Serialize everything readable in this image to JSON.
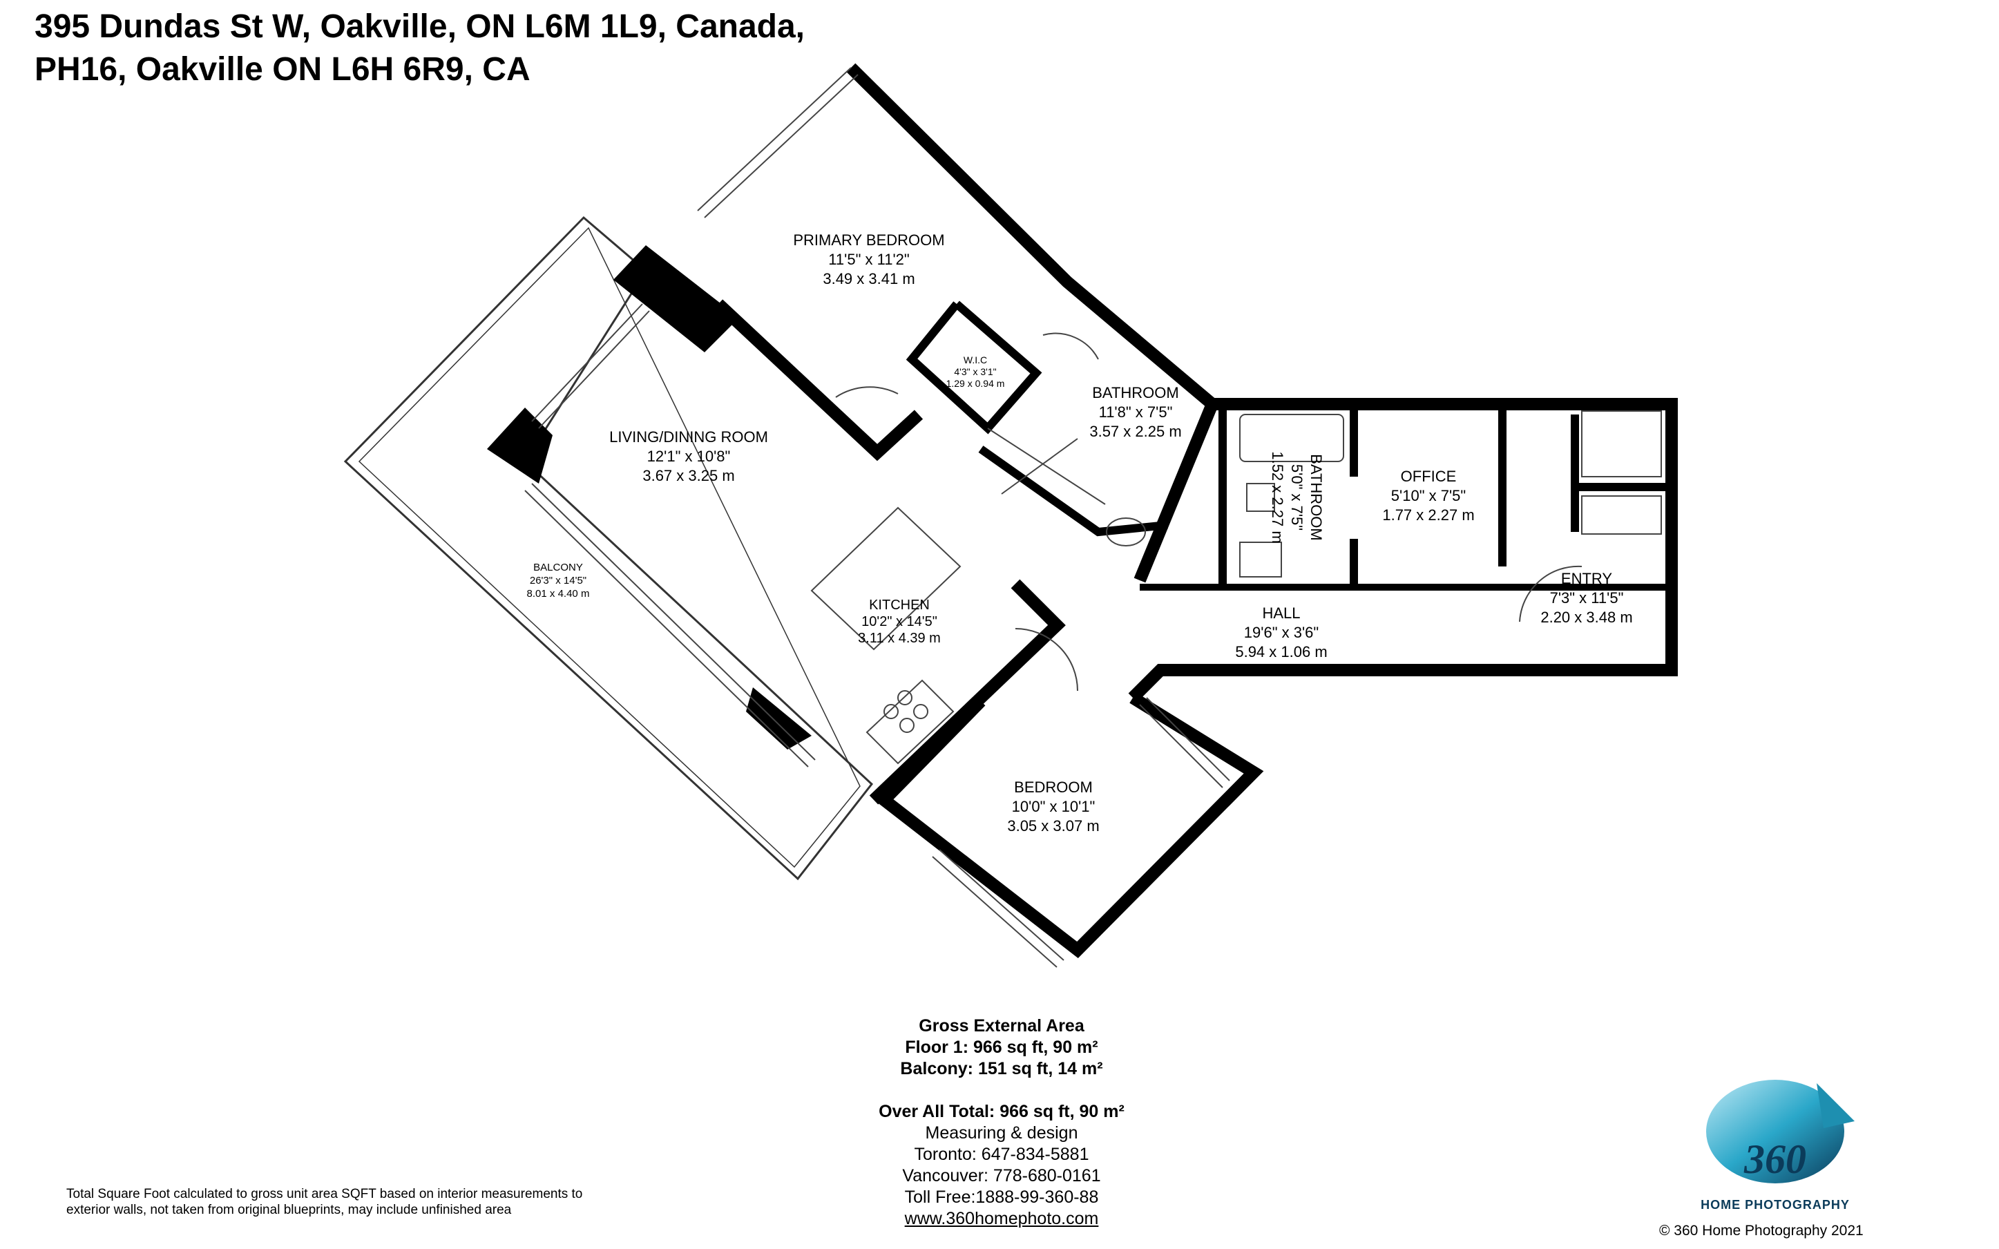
{
  "address": {
    "line1": "395 Dundas St W, Oakville, ON L6M 1L9, Canada,",
    "line2": "PH16, Oakville ON L6H 6R9, CA"
  },
  "rooms": {
    "primary_bedroom": {
      "name": "PRIMARY BEDROOM",
      "imperial": "11'5\" x 11'2\"",
      "metric": "3.49 x 3.41 m"
    },
    "living_dining": {
      "name": "LIVING/DINING ROOM",
      "imperial": "12'1\" x 10'8\"",
      "metric": "3.67 x 3.25 m"
    },
    "balcony": {
      "name": "BALCONY",
      "imperial": "26'3\" x 14'5\"",
      "metric": "8.01 x 4.40 m"
    },
    "kitchen": {
      "name": "KITCHEN",
      "imperial": "10'2\" x 14'5\"",
      "metric": "3.11 x 4.39 m"
    },
    "wic": {
      "name": "W.I.C",
      "imperial": "4'3\" x 3'1\"",
      "metric": "1.29 x 0.94 m"
    },
    "bathroom_primary": {
      "name": "BATHROOM",
      "imperial": "11'8\" x 7'5\"",
      "metric": "3.57 x 2.25 m"
    },
    "bathroom_2": {
      "name": "BATHROOM",
      "imperial": "5'0\" x 7'5\"",
      "metric": "1.52 x 2.27 m"
    },
    "office": {
      "name": "OFFICE",
      "imperial": "5'10\" x 7'5\"",
      "metric": "1.77 x 2.27 m"
    },
    "entry": {
      "name": "ENTRY",
      "imperial": "7'3\" x 11'5\"",
      "metric": "2.20 x 3.48 m"
    },
    "hall": {
      "name": "HALL",
      "imperial": "19'6\" x 3'6\"",
      "metric": "5.94 x 1.06 m"
    },
    "bedroom": {
      "name": "BEDROOM",
      "imperial": "10'0\" x 10'1\"",
      "metric": "3.05 x 3.07 m"
    }
  },
  "area": {
    "heading": "Gross External Area",
    "floor1": "Floor 1: 966 sq ft, 90 m²",
    "balcony": "Balcony: 151 sq ft, 14 m²",
    "total": "Over All Total: 966 sq ft, 90 m²",
    "credit": "Measuring & design",
    "toronto": "Toronto: 647-834-5881",
    "vancouver": "Vancouver: 778-680-0161",
    "tollfree": "Toll Free:1888-99-360-88",
    "website": "www.360homephoto.com"
  },
  "disclaimer": "Total Square Foot calculated to gross unit area SQFT based on interior measurements to exterior walls, not taken from original blueprints, may include unfinished area",
  "logo": {
    "number": "360",
    "tagline": "Home Photography"
  },
  "copyright": "©   360 Home Photography 2021",
  "colors": {
    "wall": "#000000",
    "logo_teal": "#2aa7c9",
    "logo_dark": "#0b3b5a"
  }
}
